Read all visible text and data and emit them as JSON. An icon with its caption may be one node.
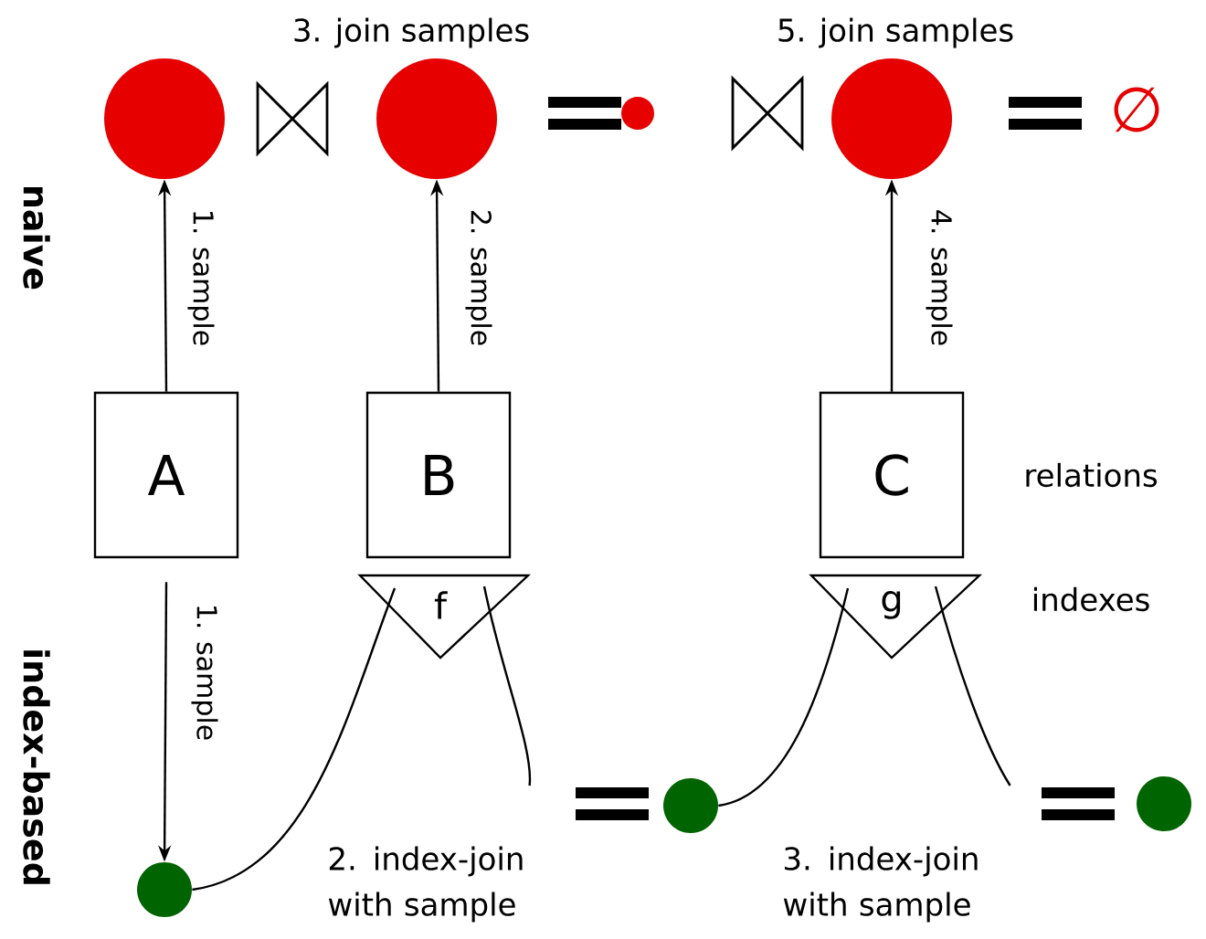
{
  "diagram": {
    "nodes": [
      {
        "text": [
          "A"
        ]
      },
      {
        "text": [
          "B"
        ]
      },
      {
        "text": [
          "C"
        ]
      },
      {
        "text": [
          "f"
        ]
      },
      {
        "text": [
          "g"
        ]
      },
      {
        "text": [],
        "shape": "circle"
      },
      {
        "text": [],
        "shape": "circle"
      },
      {
        "text": [],
        "shape": "circle"
      },
      {
        "text": [],
        "shape": "circle"
      },
      {
        "text": [],
        "shape": "circle"
      },
      {
        "text": [],
        "shape": "circle"
      },
      {
        "text": [],
        "shape": "circle"
      }
    ],
    "edges": [
      {
        "from": 0,
        "to": 5,
        "arrow": "to",
        "label": "1. sample"
      },
      {
        "from": 1,
        "to": 6,
        "arrow": "to",
        "label": "2. sample"
      },
      {
        "from": 2,
        "to": 8,
        "arrow": "to",
        "label": "4. sample"
      },
      {
        "from": 0,
        "to": 9,
        "arrow": "to",
        "label": "1. sample"
      },
      {
        "from": 9,
        "to": 3,
        "arrow": "none"
      },
      {
        "from": 3,
        "to": 10,
        "arrow": "none"
      },
      {
        "from": 10,
        "to": 4,
        "arrow": "none"
      },
      {
        "from": 4,
        "to": 11,
        "arrow": "none"
      }
    ],
    "labels": [
      "3. join samples",
      "5. join samples",
      "naive",
      "index-based",
      "relations",
      "indexes",
      "2. index-join with sample",
      "3. index-join with sample",
      "∅"
    ]
  }
}
